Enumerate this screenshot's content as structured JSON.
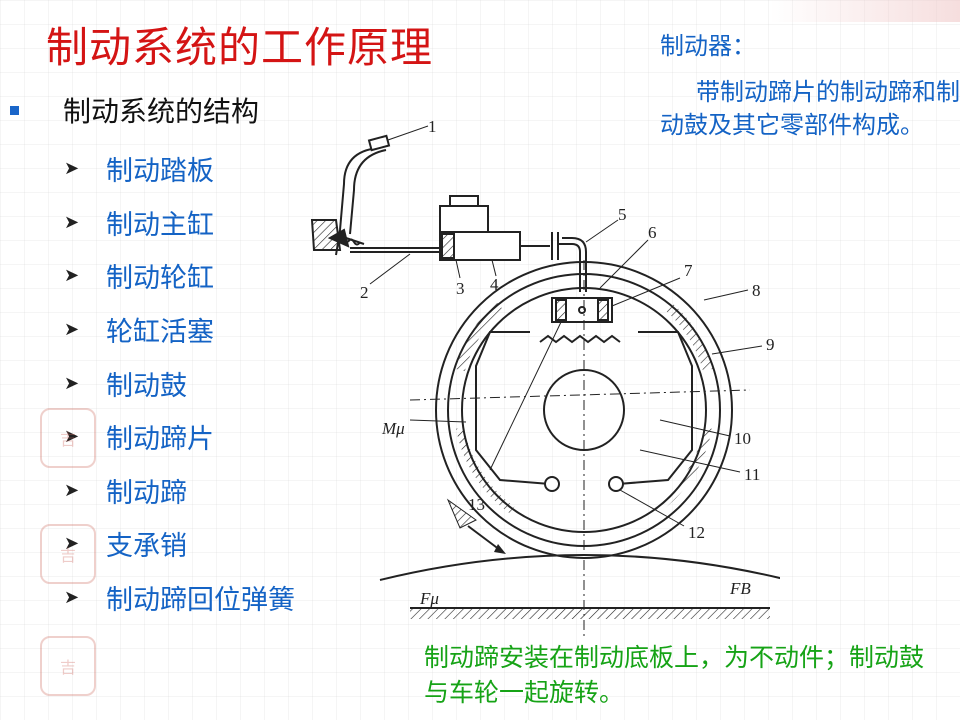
{
  "title": "制动系统的工作原理",
  "section": {
    "label": "制动系统的结构",
    "items": [
      "制动踏板",
      "制动主缸",
      "制动轮缸",
      "轮缸活塞",
      "制动鼓",
      "制动蹄片",
      "制动蹄",
      "支承销",
      "制动蹄回位弹簧"
    ]
  },
  "note_top": {
    "title": "制动器：",
    "body": "带制动蹄片的制动蹄和制动鼓及其它零部件构成。"
  },
  "note_bottom": {
    "body": "制动蹄安装在制动底板上，为不动件；制动鼓与车轮一起旋转。"
  },
  "diagram": {
    "numbers": [
      "1",
      "2",
      "3",
      "4",
      "5",
      "6",
      "7",
      "8",
      "9",
      "10",
      "11",
      "12",
      "13"
    ],
    "force_labels": {
      "mu": "Mμ",
      "f_mu": "Fμ",
      "f_b": "FB"
    }
  },
  "colors": {
    "title": "#d41414",
    "items": "#1463c5",
    "note_top": "#1463c5",
    "note_bottom": "#16a316",
    "bullet": "#1a66c9"
  }
}
